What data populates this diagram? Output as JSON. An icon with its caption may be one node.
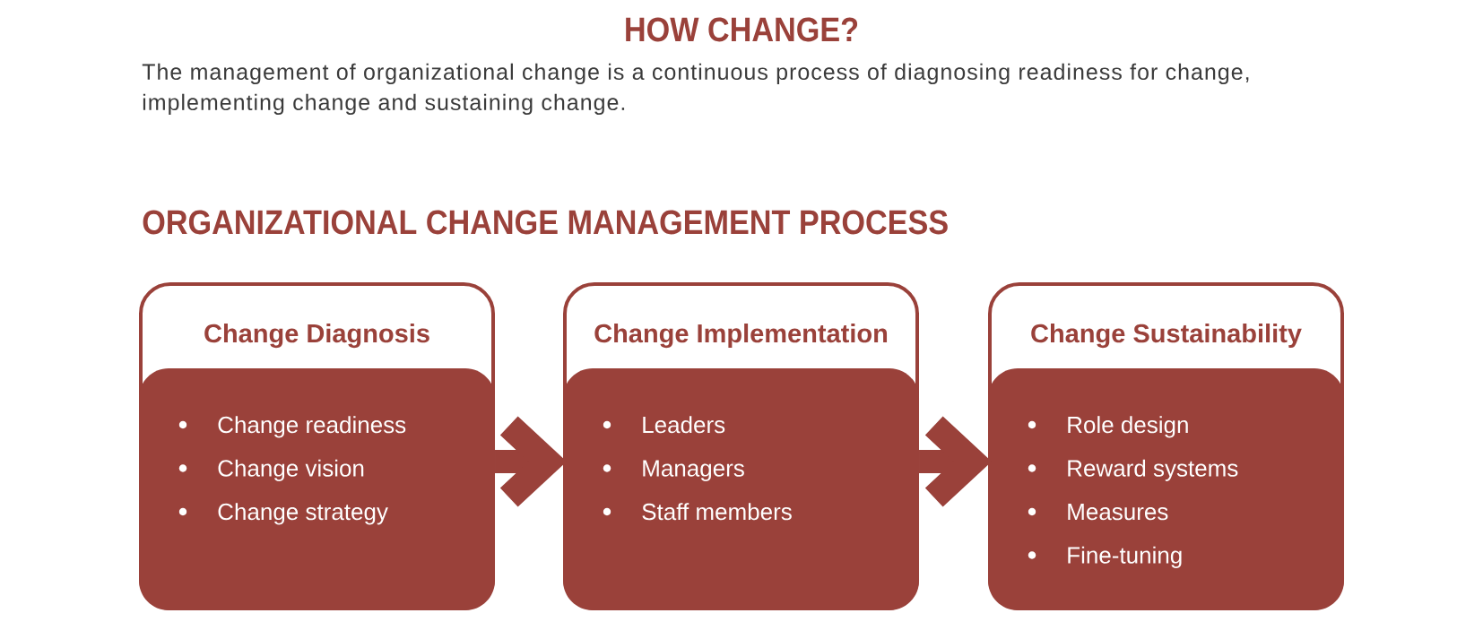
{
  "diagram": {
    "title": "HOW CHANGE?",
    "nodes": [
      {
        "text": [
          "Change Diagnosis",
          "Change readiness",
          "Change vision",
          "Change strategy"
        ]
      },
      {
        "text": [
          "Change Implementation",
          "Leaders",
          "Managers",
          "Staff members"
        ]
      },
      {
        "text": [
          "Change Sustainability",
          "Role design",
          "Reward systems",
          "Measures",
          "Fine-tuning"
        ]
      }
    ],
    "edges": [
      {
        "from": 0,
        "to": 1,
        "arrow": "to"
      },
      {
        "from": 1,
        "to": 2,
        "arrow": "to"
      }
    ],
    "labels": [
      "The management of organizational change is a continuous process of diagnosing readiness for change, implementing change and sustaining change.",
      "ORGANIZATIONAL CHANGE MANAGEMENT PROCESS"
    ]
  }
}
